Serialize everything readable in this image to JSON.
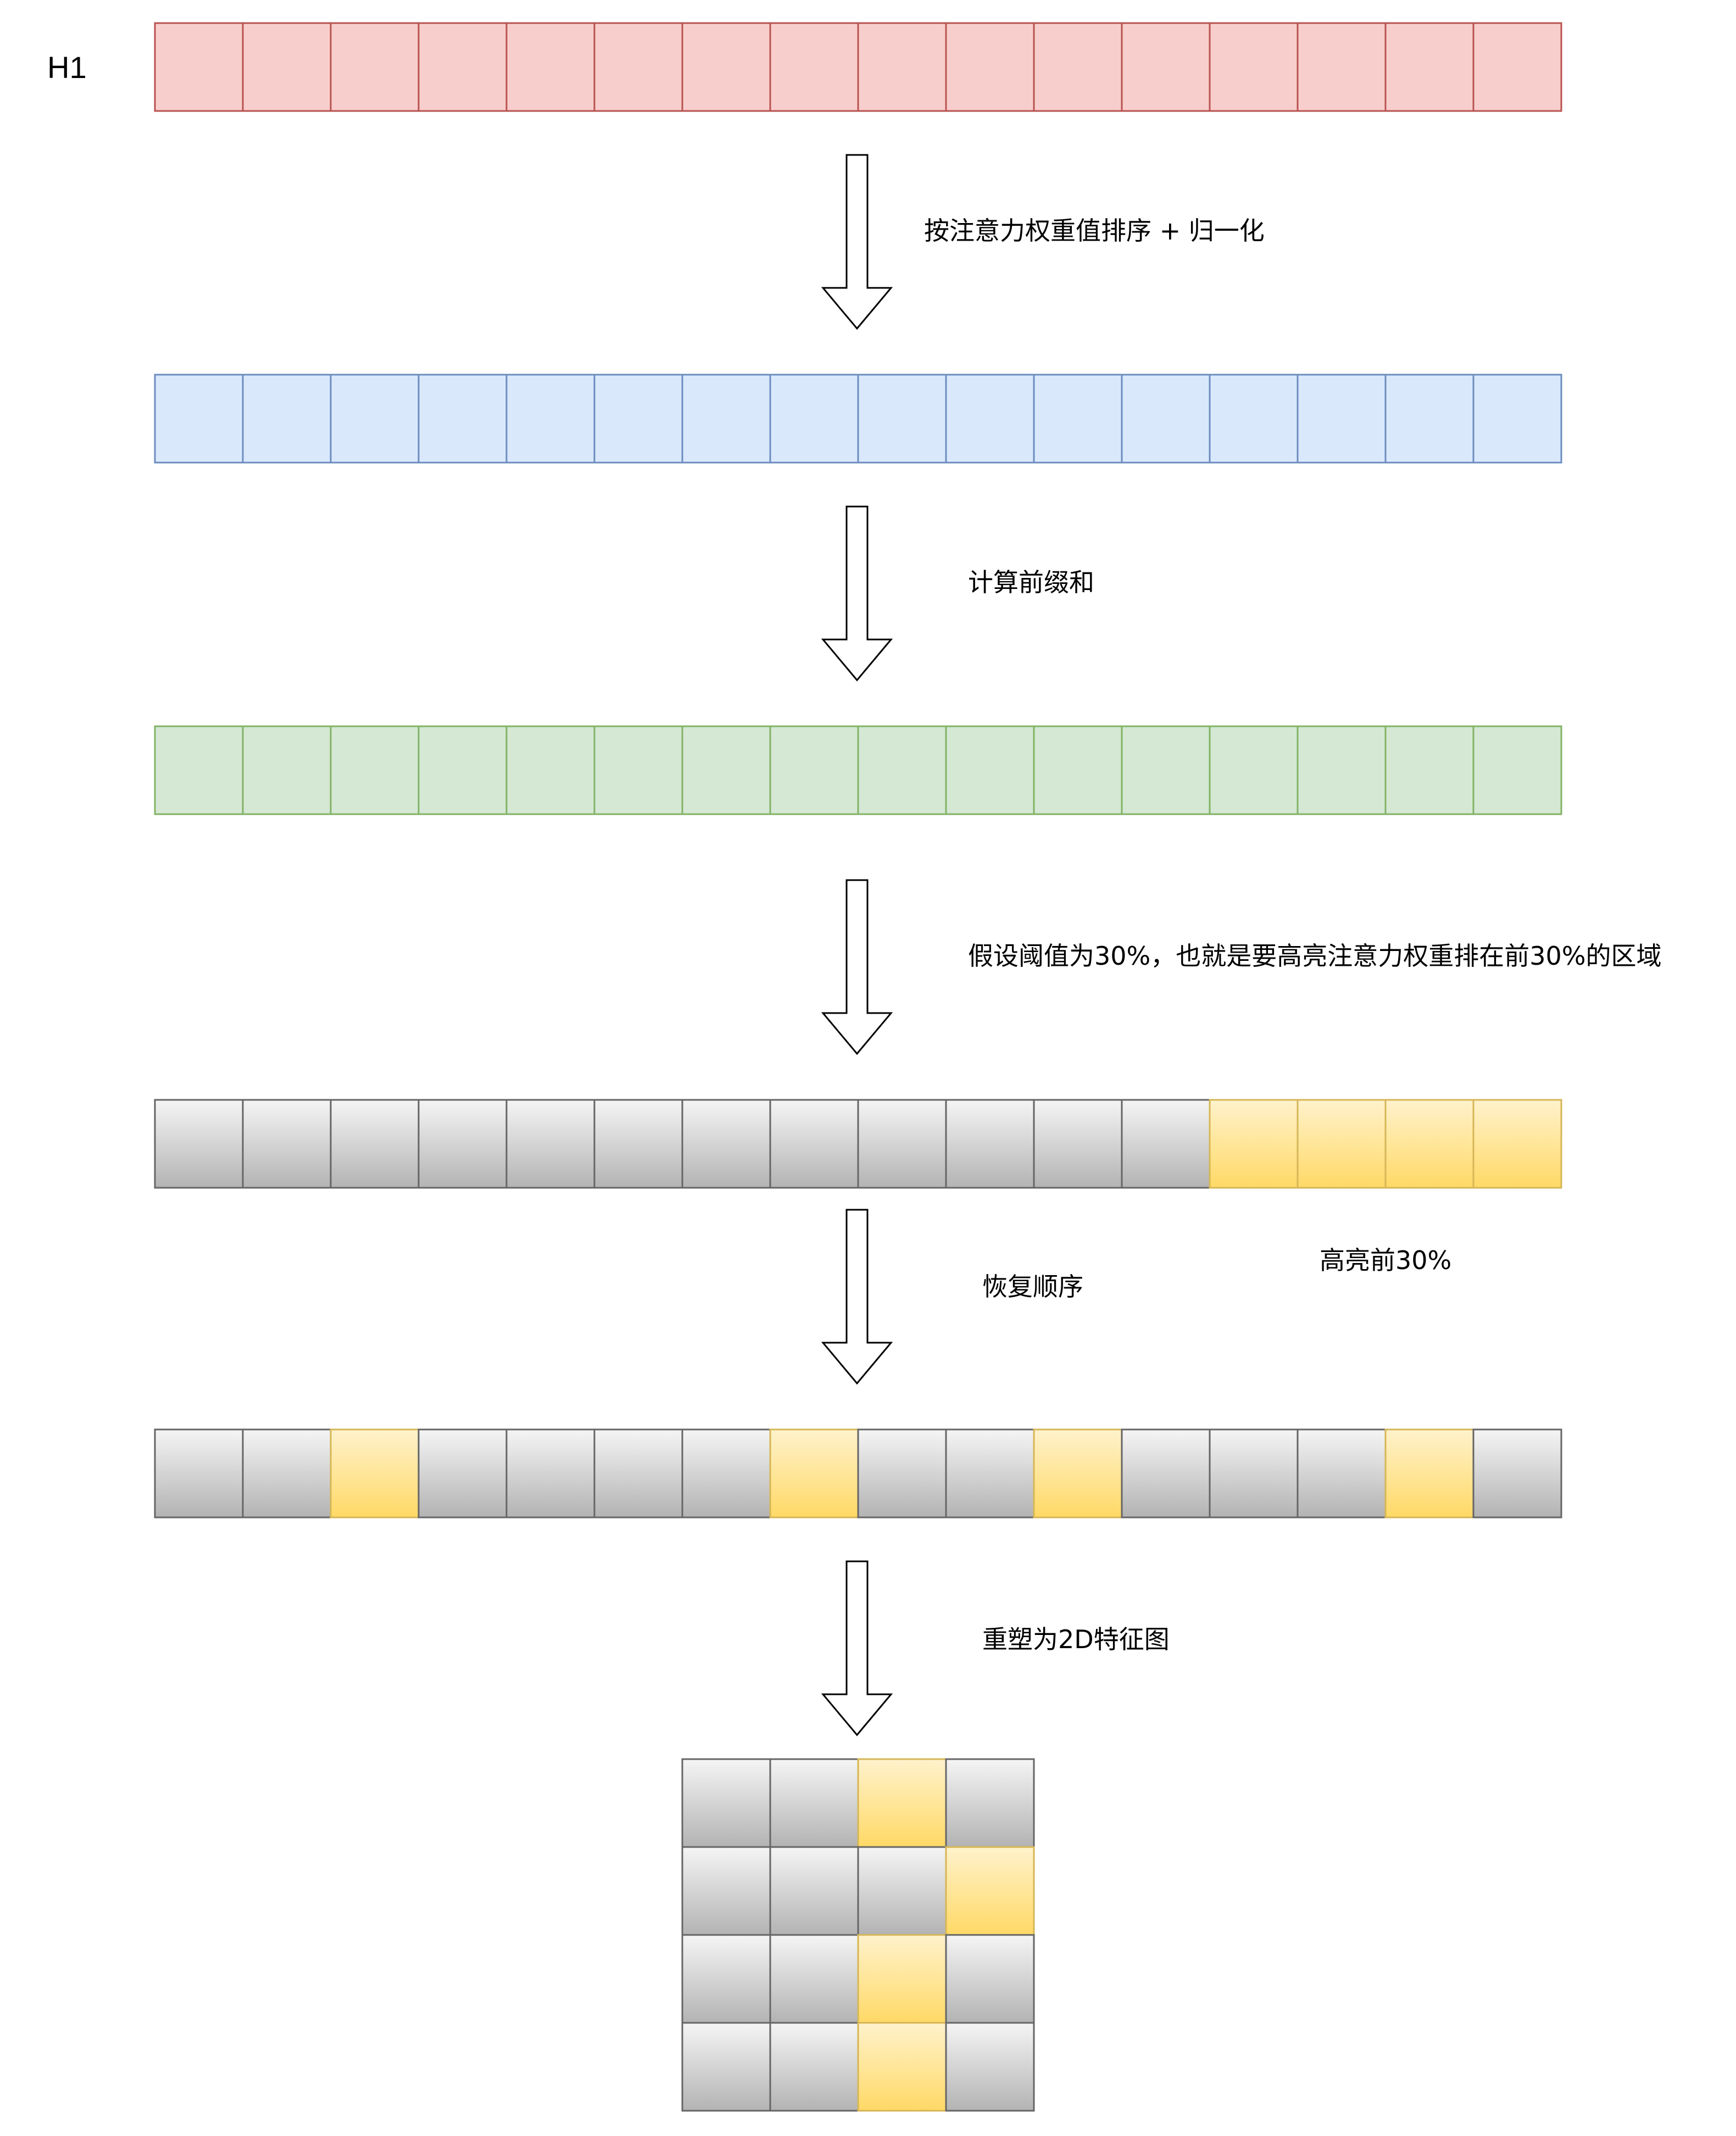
{
  "row_label": "H1",
  "steps": [
    "按注意力权重值排序 + 归一化",
    "计算前缀和",
    "假设阈值为30%，也就是要高亮注意力权重排在前30%的区域",
    "恢复顺序",
    "重塑为2D特征图"
  ],
  "highlight_note": "高亮前30%",
  "colors": {
    "red_fill": "#f8cecc",
    "red_stroke": "#b85450",
    "blue_fill": "#dae8fc",
    "blue_stroke": "#6c8ebf",
    "green_fill": "#d5e8d4",
    "green_stroke": "#82b366",
    "gray_top": "#f5f5f5",
    "gray_bottom": "#b3b3b3",
    "gray_stroke": "#666666",
    "yellow_top": "#fff2cc",
    "yellow_bottom": "#ffd966",
    "yellow_stroke": "#d6b656"
  },
  "rows": [
    {
      "name": "original-row",
      "style": "red",
      "cells": [
        "r",
        "r",
        "r",
        "r",
        "r",
        "r",
        "r",
        "r",
        "r",
        "r",
        "r",
        "r",
        "r",
        "r",
        "r",
        "r"
      ]
    },
    {
      "name": "sorted-row",
      "style": "blue",
      "cells": [
        "b",
        "b",
        "b",
        "b",
        "b",
        "b",
        "b",
        "b",
        "b",
        "b",
        "b",
        "b",
        "b",
        "b",
        "b",
        "b"
      ]
    },
    {
      "name": "prefix-sum-row",
      "style": "green",
      "cells": [
        "g",
        "g",
        "g",
        "g",
        "g",
        "g",
        "g",
        "g",
        "g",
        "g",
        "g",
        "g",
        "g",
        "g",
        "g",
        "g"
      ]
    },
    {
      "name": "threshold-row",
      "style": "mixed",
      "cells": [
        "g0",
        "g0",
        "g0",
        "g0",
        "g0",
        "g0",
        "g0",
        "g0",
        "g0",
        "g0",
        "g0",
        "g0",
        "y",
        "y",
        "y",
        "y"
      ]
    },
    {
      "name": "restored-row",
      "style": "mixed",
      "cells": [
        "g0",
        "g0",
        "y",
        "g0",
        "g0",
        "g0",
        "g0",
        "y",
        "g0",
        "g0",
        "y",
        "g0",
        "g0",
        "g0",
        "y",
        "g0"
      ]
    }
  ],
  "grid": [
    [
      "g0",
      "g0",
      "y",
      "g0"
    ],
    [
      "g0",
      "g0",
      "g0",
      "y"
    ],
    [
      "g0",
      "g0",
      "y",
      "g0"
    ],
    [
      "g0",
      "g0",
      "y",
      "g0"
    ]
  ]
}
